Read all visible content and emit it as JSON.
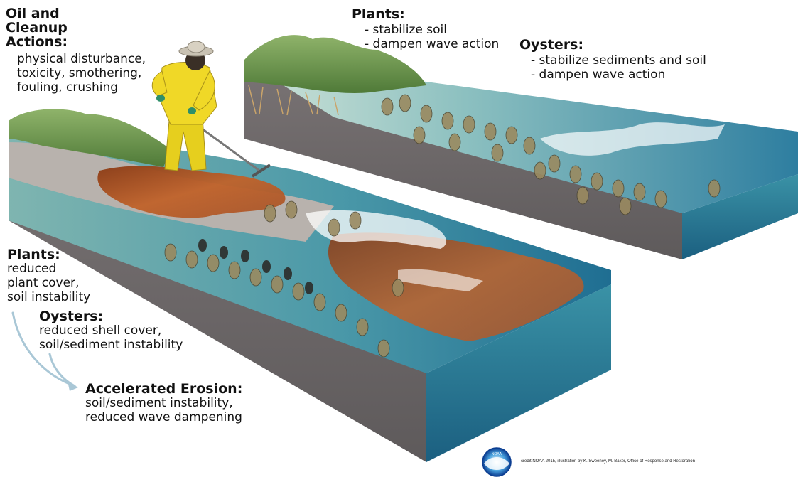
{
  "top_left": {
    "heading_lines": [
      "Oil and",
      "Cleanup",
      "Actions:"
    ],
    "body_lines": [
      "physical disturbance,",
      "toxicity, smothering,",
      "fouling, crushing"
    ]
  },
  "top_plants": {
    "heading": "Plants:",
    "body_lines": [
      "- stabilize soil",
      "- dampen wave action"
    ]
  },
  "top_oysters": {
    "heading": "Oysters:",
    "body_lines": [
      "- stabilize sediments and soil",
      "- dampen wave action"
    ]
  },
  "left_plants": {
    "heading": "Plants:",
    "body_lines": [
      "reduced",
      "plant cover,",
      "soil instability"
    ]
  },
  "left_oysters": {
    "heading": "Oysters:",
    "body_lines": [
      "reduced shell cover,",
      "soil/sediment instability"
    ]
  },
  "erosion": {
    "heading": "Accelerated Erosion:",
    "body_lines": [
      "soil/sediment instability,",
      "reduced wave dampening"
    ]
  },
  "credit": "credit NOAA 2015, illustration by K. Sweeney, M. Baker, Office of Response and Restoration",
  "logo_text": "NOAA",
  "colors": {
    "arrow": "#a9c7d6",
    "water": "#2f7f9a",
    "soil_side": "#6f6a6b",
    "oil": "#b5521f",
    "grass": "#6e9a4a"
  }
}
